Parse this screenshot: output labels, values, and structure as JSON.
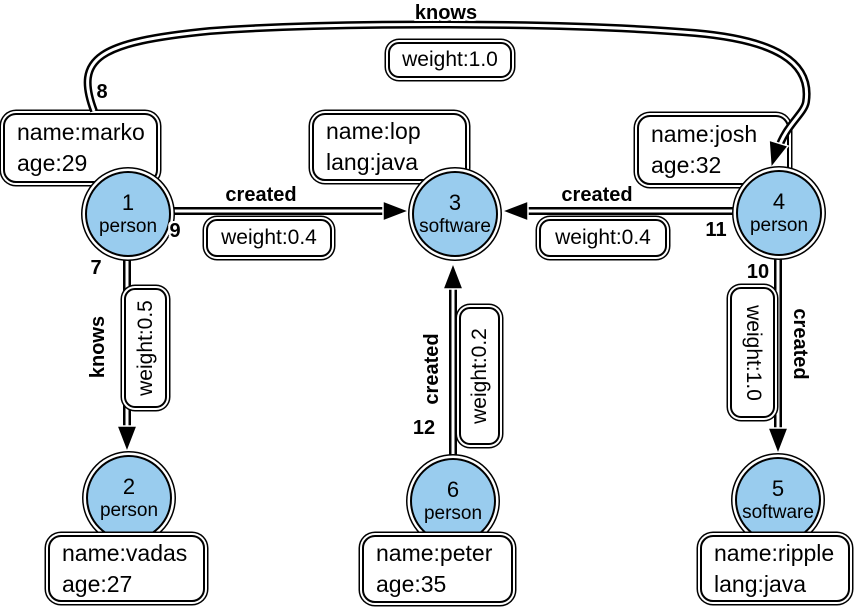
{
  "nodes": [
    {
      "id": "1",
      "type": "person",
      "properties": [
        "name:marko",
        "age:29"
      ]
    },
    {
      "id": "2",
      "type": "person",
      "properties": [
        "name:vadas",
        "age:27"
      ]
    },
    {
      "id": "3",
      "type": "software",
      "properties": [
        "name:lop",
        "lang:java"
      ]
    },
    {
      "id": "4",
      "type": "person",
      "properties": [
        "name:josh",
        "age:32"
      ]
    },
    {
      "id": "5",
      "type": "software",
      "properties": [
        "name:ripple",
        "lang:java"
      ]
    },
    {
      "id": "6",
      "type": "person",
      "properties": [
        "name:peter",
        "age:35"
      ]
    }
  ],
  "edges": [
    {
      "id": "7",
      "label": "knows",
      "weight": "weight:0.5",
      "from": "1",
      "to": "2"
    },
    {
      "id": "8",
      "label": "knows",
      "weight": "weight:1.0",
      "from": "1",
      "to": "4"
    },
    {
      "id": "9",
      "label": "created",
      "weight": "weight:0.4",
      "from": "1",
      "to": "3"
    },
    {
      "id": "10",
      "label": "created",
      "weight": "weight:1.0",
      "from": "4",
      "to": "5"
    },
    {
      "id": "11",
      "label": "created",
      "weight": "weight:0.4",
      "from": "4",
      "to": "3"
    },
    {
      "id": "12",
      "label": "created",
      "weight": "weight:0.2",
      "from": "6",
      "to": "3"
    }
  ],
  "colors": {
    "node_fill": "#99CCEE",
    "edge_stroke": "#000000",
    "box_fill": "#FFFFFF",
    "background": "#FFFFFF"
  }
}
